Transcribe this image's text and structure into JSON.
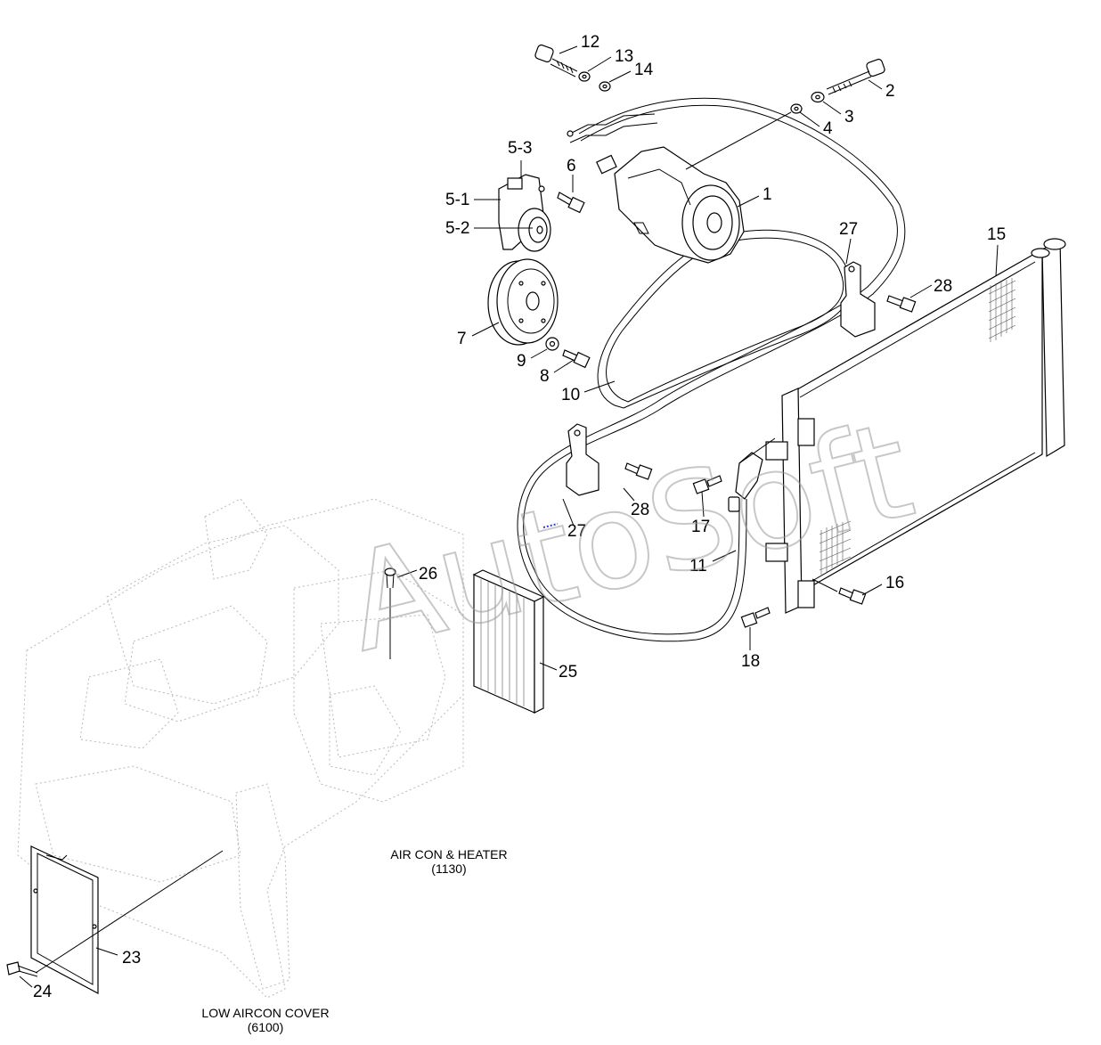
{
  "callouts": [
    {
      "id": "c1",
      "text": "1"
    },
    {
      "id": "c2",
      "text": "2"
    },
    {
      "id": "c3",
      "text": "3"
    },
    {
      "id": "c4",
      "text": "4"
    },
    {
      "id": "c5-1",
      "text": "5-1"
    },
    {
      "id": "c5-2",
      "text": "5-2"
    },
    {
      "id": "c5-3",
      "text": "5-3"
    },
    {
      "id": "c6",
      "text": "6"
    },
    {
      "id": "c7",
      "text": "7"
    },
    {
      "id": "c8",
      "text": "8"
    },
    {
      "id": "c9",
      "text": "9"
    },
    {
      "id": "c10",
      "text": "10"
    },
    {
      "id": "c11",
      "text": "11"
    },
    {
      "id": "c12",
      "text": "12"
    },
    {
      "id": "c13",
      "text": "13"
    },
    {
      "id": "c14",
      "text": "14"
    },
    {
      "id": "c15",
      "text": "15"
    },
    {
      "id": "c16",
      "text": "16"
    },
    {
      "id": "c17",
      "text": "17"
    },
    {
      "id": "c18",
      "text": "18"
    },
    {
      "id": "c23",
      "text": "23"
    },
    {
      "id": "c24",
      "text": "24"
    },
    {
      "id": "c25",
      "text": "25"
    },
    {
      "id": "c26",
      "text": "26"
    },
    {
      "id": "c27a",
      "text": "27"
    },
    {
      "id": "c27b",
      "text": "27"
    },
    {
      "id": "c28a",
      "text": "28"
    },
    {
      "id": "c28b",
      "text": "28"
    }
  ],
  "captions": {
    "air_con_heater": "AIR CON & HEATER",
    "air_con_heater_ref": "(1130)",
    "low_aircon_cover": "LOW AIRCON COVER",
    "low_aircon_cover_ref": "(6100)"
  },
  "watermark": "AutoSoft",
  "colors": {
    "line": "#000000",
    "ghost": "#b8b8b8",
    "watermark": "#9a9a9a",
    "marker": "#2b3bd6"
  }
}
